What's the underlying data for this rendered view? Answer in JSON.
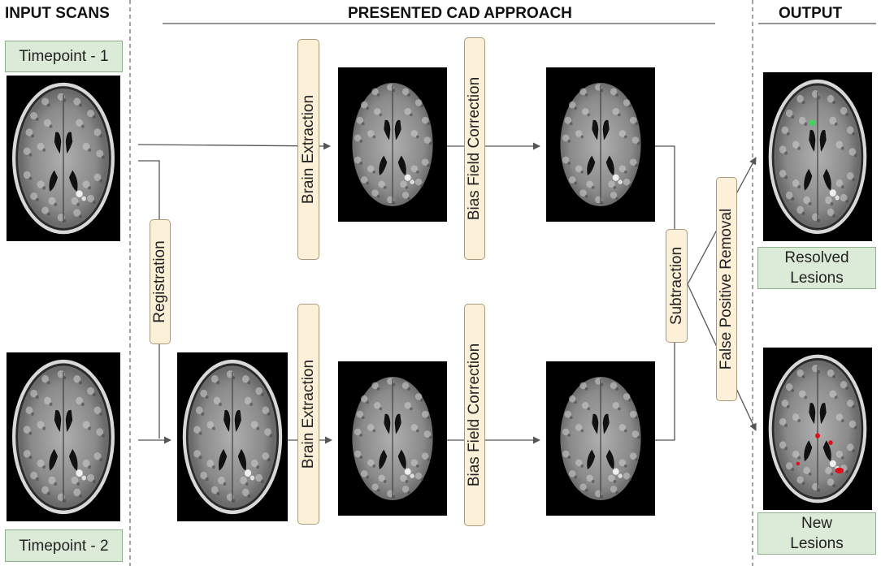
{
  "headers": {
    "input": "INPUT SCANS",
    "approach": "PRESENTED CAD APPROACH",
    "output": "OUTPUT"
  },
  "labels": {
    "timepoint1": "Timepoint - 1",
    "timepoint2": "Timepoint - 2",
    "resolved_line1": "Resolved",
    "resolved_line2": "Lesions",
    "new_line1": "New",
    "new_line2": "Lesions"
  },
  "steps": {
    "registration": "Registration",
    "brain_extraction": "Brain Extraction",
    "bias_field_correction": "Bias Field Correction",
    "subtraction": "Subtraction",
    "false_positive_removal": "False Positive Removal"
  },
  "colors": {
    "green_box": "#dcebd8",
    "yellow_box": "#fdf0d8",
    "arrow": "#555555",
    "resolved_marker": "#3bd65a",
    "new_marker": "#e0101a"
  }
}
